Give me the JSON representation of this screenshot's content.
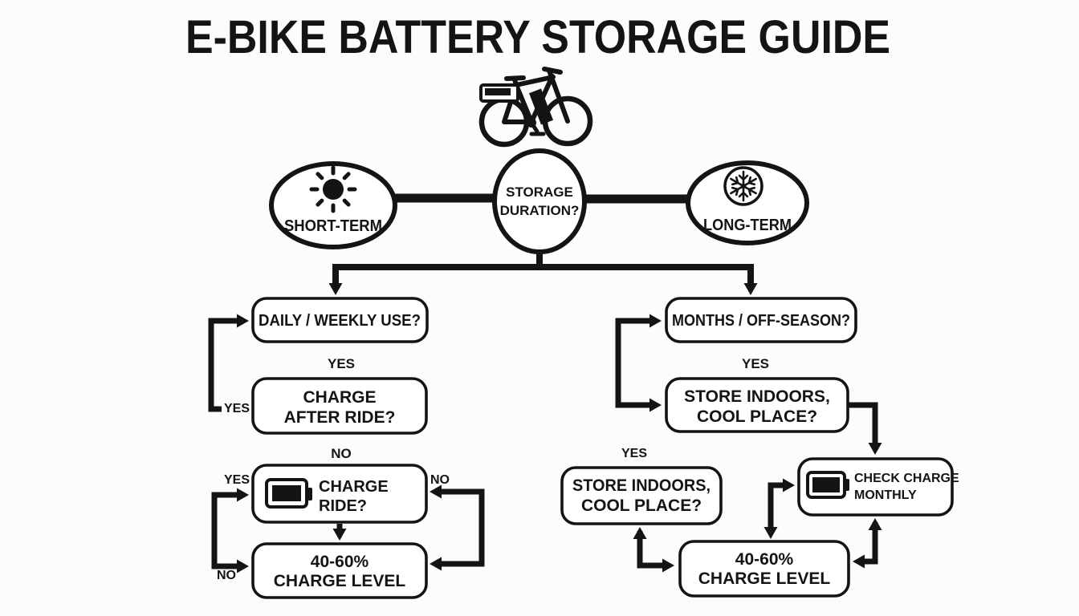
{
  "title": "E-BIKE BATTERY STORAGE GUIDE",
  "colors": {
    "ink": "#141414",
    "background": "#fcfcfc"
  },
  "center_node": {
    "line1": "STORAGE",
    "line2": "DURATION?"
  },
  "short_term_node": {
    "label": "SHORT-TERM",
    "icon": "sun"
  },
  "long_term_node": {
    "label": "LONG-TERM",
    "icon": "snowflake"
  },
  "left_branch": {
    "daily_weekly_use": "DAILY / WEEKLY USE?",
    "yes_center": "YES",
    "charge_after_ride": [
      "CHARGE",
      "AFTER RIDE?"
    ],
    "yes_elbow": "YES",
    "no_center": "NO",
    "charge_ride": [
      "CHARGE",
      "RIDE?"
    ],
    "charge_ride_icon": "battery",
    "yes_left": "YES",
    "no_right": "NO",
    "no_left": "NO",
    "charge_level": [
      "40-60%",
      "CHARGE LEVEL"
    ]
  },
  "right_branch": {
    "months_off_season": "MONTHS / OFF-SEASON?",
    "yes_center": "YES",
    "store_indoors_a": [
      "STORE INDOORS,",
      "COOL PLACE?"
    ],
    "yes_left": "YES",
    "store_indoors_b": [
      "STORE INDOORS,",
      "COOL PLACE?"
    ],
    "check_charge": [
      "CHECK CHARGE",
      "MONTHLY"
    ],
    "check_charge_icon": "battery",
    "charge_level": [
      "40-60%",
      "CHARGE LEVEL"
    ]
  }
}
